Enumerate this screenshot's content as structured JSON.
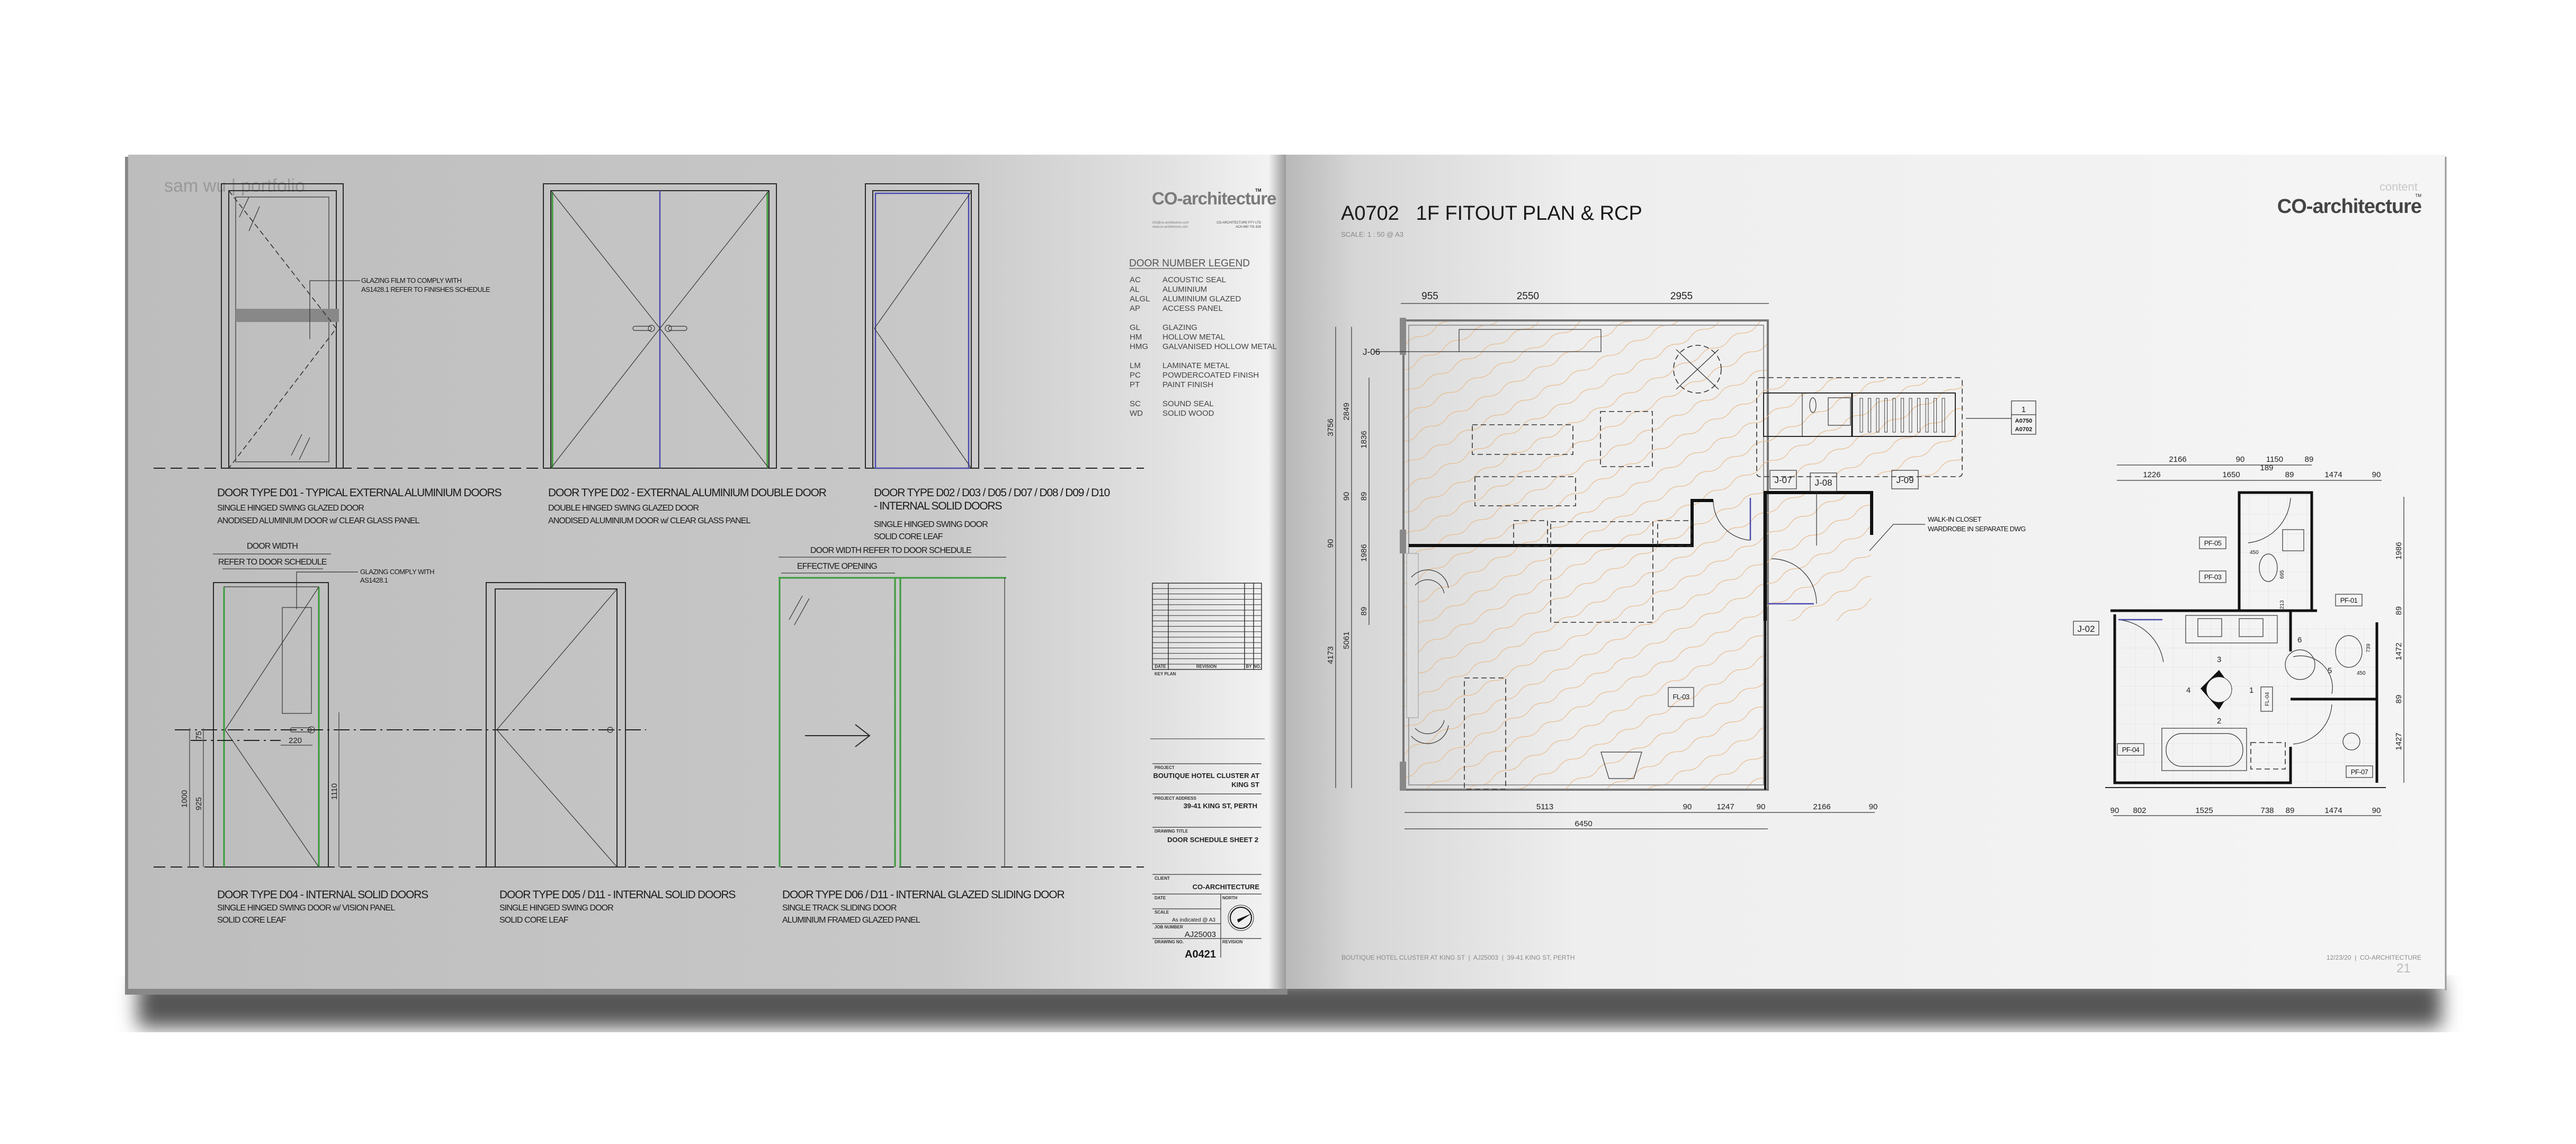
{
  "left_page": {
    "watermark": "sam wu | portfolio",
    "doors_row1": [
      {
        "title": "DOOR TYPE D01 - TYPICAL EXTERNAL ALUMINIUM DOORS",
        "line1": "SINGLE HINGED SWING GLAZED DOOR",
        "line2": "ANODISED ALUMINIUM DOOR w/ CLEAR GLASS PANEL"
      },
      {
        "title": "DOOR TYPE D02 - EXTERNAL ALUMINIUM DOUBLE DOOR",
        "line1": "DOUBLE HINGED SWING GLAZED DOOR",
        "line2": "ANODISED ALUMINIUM DOOR w/ CLEAR GLASS PANEL"
      },
      {
        "title": "DOOR TYPE D02 / D03 / D05 / D07 / D08 / D09 / D10",
        "title2": "- INTERNAL SOLID DOORS",
        "line1": "SINGLE  HINGED SWING DOOR",
        "line2": "SOLID CORE LEAF"
      }
    ],
    "doors_row2": [
      {
        "title": "DOOR TYPE D04 - INTERNAL SOLID DOORS",
        "line1": "SINGLE  HINGED SWING DOOR w/ VISION PANEL",
        "line2": "SOLID CORE LEAF"
      },
      {
        "title": "DOOR TYPE D05 / D11 - INTERNAL SOLID DOORS",
        "line1": "SINGLE  HINGED SWING DOOR",
        "line2": "SOLID CORE LEAF"
      },
      {
        "title": "DOOR TYPE D06 / D11 - INTERNAL GLAZED  SLIDING DOOR",
        "line1": "SINGLE TRACK SLIDING DOOR",
        "line2": "ALUMINIUM FRAMED GLAZED PANEL"
      }
    ],
    "notes": {
      "glazing_film_1": "GLAZING FILM TO COMPLY WITH",
      "glazing_film_2": "AS1428.1 REFER TO FINISHES SCHEDULE",
      "door_width": "DOOR WIDTH",
      "refer_schedule": "REFER TO DOOR SCHEDULE",
      "glazing_comply_1": "GLAZING COMPLY WITH",
      "glazing_comply_2": "AS1428.1",
      "door_width_refer": "DOOR WIDTH REFER TO DOOR SCHEDULE",
      "effective_opening": "EFFECTIVE OPENING"
    },
    "d04_dims": {
      "h1": "1000",
      "h2": "925",
      "h3": "75",
      "h4": "1110",
      "w": "220"
    },
    "title_block": {
      "logo": "CO-architecture",
      "logo_tm": "TM",
      "email": "info@co-architecture.com",
      "web": "www.co-architecture.com",
      "company": "CO-ARCHITECTURE PTY LTD",
      "acn": "ACN  660 701 628",
      "legend_title": "DOOR NUMBER LEGEND",
      "legend": [
        {
          "code": "AC",
          "desc": "ACOUSTIC SEAL"
        },
        {
          "code": "AL",
          "desc": "ALUMINIUM"
        },
        {
          "code": "ALGL",
          "desc": "ALUMINIUM GLAZED"
        },
        {
          "code": "AP",
          "desc": "ACCESS PANEL"
        },
        {
          "code": "GL",
          "desc": "GLAZING"
        },
        {
          "code": "HM",
          "desc": "HOLLOW METAL"
        },
        {
          "code": "HMG",
          "desc": "GALVANISED HOLLOW METAL"
        },
        {
          "code": "LM",
          "desc": "LAMINATE METAL"
        },
        {
          "code": "PC",
          "desc": "POWDERCOATED FINISH"
        },
        {
          "code": "PT",
          "desc": "PAINT FINISH"
        },
        {
          "code": "SC",
          "desc": "SOUND SEAL"
        },
        {
          "code": "WD",
          "desc": "SOLID WOOD"
        }
      ],
      "revision_headers": {
        "date": "DATE",
        "revision": "REVISION",
        "by": "BY",
        "no": "NO."
      },
      "key_plan": "KEY PLAN",
      "project_label": "PROJECT",
      "project_1": "BOUTIQUE HOTEL CLUSTER AT",
      "project_2": "KING ST",
      "address_label": "PROJECT ADDRESS",
      "address": "39-41 KING ST, PERTH",
      "drawing_title_label": "DRAWING TITLE",
      "drawing_title": "DOOR  SCHEDULE SHEET 2",
      "client_label": "CLIENT",
      "client": "CO-ARCHITECTURE",
      "date_label": "DATE",
      "north_label": "NORTH",
      "scale_label": "SCALE",
      "scale": "As indicated @ A3",
      "job_label": "JOB NUMBER",
      "job": "AJ25003",
      "drawing_no_label": "DRAWING NO.",
      "drawing_no": "A0421",
      "revision_label": "REVISION"
    }
  },
  "right_page": {
    "section": "content",
    "logo": "CO-architecture",
    "logo_tm": "TM",
    "title": "A0702   1F FITOUT PLAN & RCP",
    "scale": "SCALE:  1 : 50 @ A3",
    "plan": {
      "top_dims": [
        "955",
        "2550",
        "2955"
      ],
      "left_dims_a": [
        "3756",
        "90",
        "4173"
      ],
      "left_dims_b": [
        "2849",
        "90",
        "5061"
      ],
      "left_dims_c": [
        "1836",
        "89",
        "1986",
        "89"
      ],
      "bottom_dims": [
        "5113",
        "90",
        "1247",
        "90",
        "2166",
        "90"
      ],
      "overall": "6450",
      "tags": [
        "J-06",
        "J-07",
        "J-08",
        "J-09"
      ],
      "section_marker": {
        "number": "1",
        "sheet1": "A0750",
        "sheet2": "A0702"
      },
      "closet_note_1": "WALK-IN CLOSET",
      "closet_note_2": "WARDROBE IN SEPARATE DWG",
      "floor_tag": "FL-03"
    },
    "bath": {
      "top_dims_1": [
        "2166",
        "90",
        "1150",
        "89"
      ],
      "top_dim_189": "189",
      "top_dims_2": [
        "1226",
        "1650",
        "89",
        "1474",
        "90"
      ],
      "bottom_dims": [
        "90",
        "802",
        "1525",
        "738",
        "89",
        "1474",
        "90"
      ],
      "right_dims": [
        "1986",
        "89",
        "1472",
        "89",
        "1427"
      ],
      "tags": [
        "PF-05",
        "PF-03",
        "PF-01",
        "PF-04",
        "PF-07",
        "J-02"
      ],
      "floor_tag": "FL-04",
      "numbers": [
        "1",
        "2",
        "3",
        "4",
        "5",
        "6"
      ],
      "small_dims": [
        "450",
        "695",
        "213",
        "739",
        "450"
      ]
    },
    "footer_left": "BOUTIQUE HOTEL CLUSTER AT KING ST  |  AJ25003  |  39-41 KING ST, PERTH",
    "footer_right": "12/23/20  |  CO-ARCHITECTURE",
    "page_number": "21"
  },
  "colors": {
    "left_page": "#c4c4c4",
    "right_page": "#f3f3f3",
    "hatch": "#e8b98a",
    "door_green": "#3a9a3a",
    "door_blue": "#4a4ab0"
  }
}
